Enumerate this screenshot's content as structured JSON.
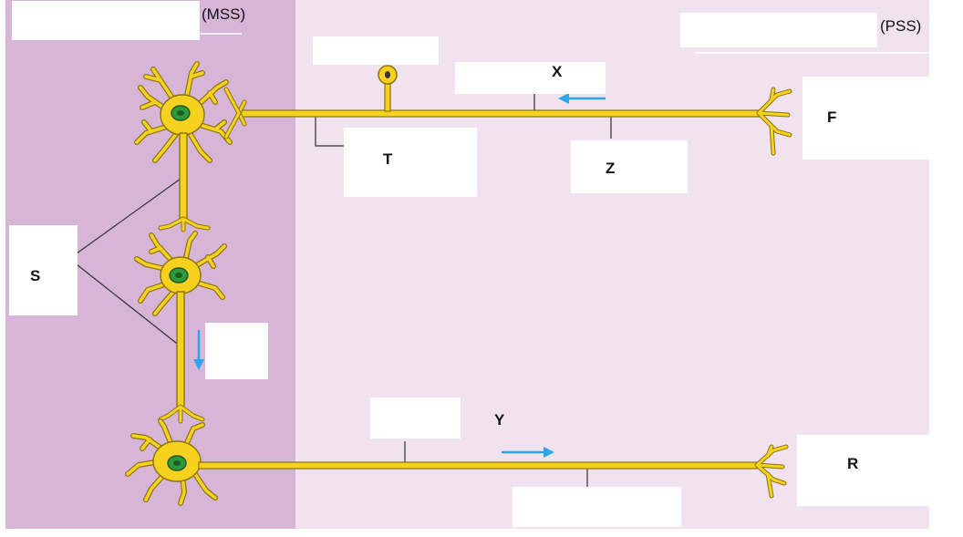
{
  "regions": {
    "left": {
      "label": "(MSS)",
      "color": "#d6b5d6"
    },
    "right": {
      "label": "(PSS)",
      "color": "#f0e2ee"
    }
  },
  "labels": {
    "x": "X",
    "y": "Y",
    "z": "Z",
    "t": "T",
    "f": "F",
    "s": "S",
    "r": "R"
  },
  "colors": {
    "neuron_fill": "#f6d21f",
    "neuron_stroke": "#8a7410",
    "nucleus": "#2f9a3c",
    "arrow": "#2aa8e8",
    "leader": "#333333",
    "box": "#ffffff"
  }
}
